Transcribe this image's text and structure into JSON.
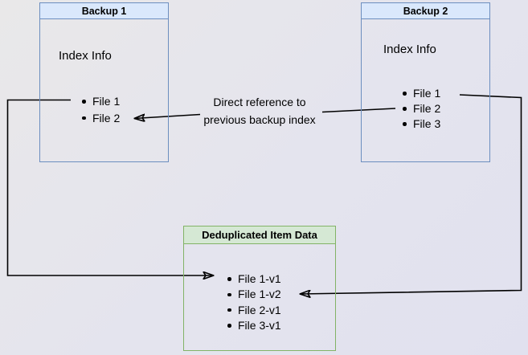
{
  "diagram": {
    "backup1": {
      "title": "Backup 1",
      "label": "Index Info",
      "files": [
        "File 1",
        "File 2"
      ]
    },
    "backup2": {
      "title": "Backup 2",
      "label": "Index Info",
      "files": [
        "File 1",
        "File 2",
        "File 3"
      ]
    },
    "dedup": {
      "title": "Deduplicated Item Data",
      "files": [
        "File 1-v1",
        "File 1-v2",
        "File 2-v1",
        "File 3-v1"
      ]
    },
    "annotation": [
      "Direct reference to",
      "previous backup index"
    ],
    "connectors": [
      {
        "from": "backup2-file-2",
        "to": "backup1-file-2",
        "label": "Direct reference to previous backup index",
        "style": "arrow"
      },
      {
        "from": "backup1-file-1",
        "to": "dedup-file-1-v1",
        "label": "",
        "style": "arrow"
      },
      {
        "from": "backup2-file-1",
        "to": "dedup-file-1-v2",
        "label": "",
        "style": "arrow"
      }
    ],
    "colors": {
      "blue_border": "#6c8ebf",
      "blue_fill": "#dae8fc",
      "green_border": "#82b366",
      "green_fill": "#d5e8d4",
      "line": "#000000",
      "page_bg_top": "#e9e8e9",
      "page_bg_bottom": "#e1e1ef"
    }
  }
}
